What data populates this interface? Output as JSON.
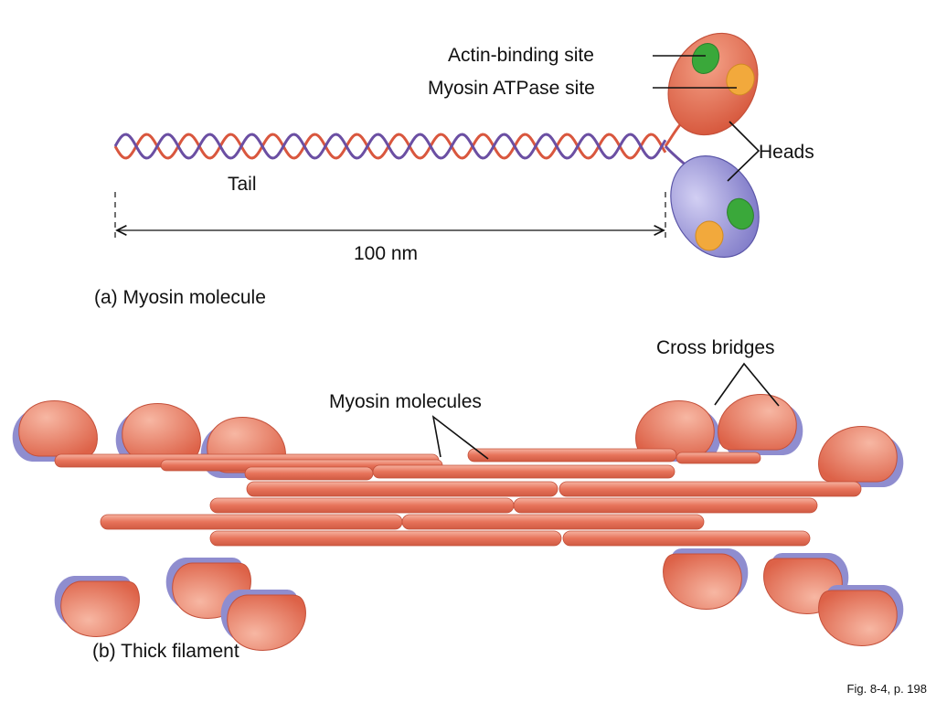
{
  "labels": {
    "actin_binding_site": "Actin-binding site",
    "myosin_atpase_site": "Myosin ATPase site",
    "heads": "Heads",
    "tail": "Tail",
    "length": "100 nm",
    "panel_a": "(a) Myosin molecule",
    "cross_bridges": "Cross bridges",
    "myosin_molecules": "Myosin molecules",
    "panel_b": "(b) Thick filament",
    "figure_ref": "Fig. 8-4, p. 198"
  },
  "colors": {
    "strand_red": "#d9573e",
    "strand_purple": "#6b4fa3",
    "head_red": "#e06a4e",
    "head_purple": "#8c87d4",
    "actin_site": "#3aa83a",
    "atpase_site": "#f2a93c",
    "filament": "#e87e66",
    "filament_shadow": "#8f8dcf"
  }
}
